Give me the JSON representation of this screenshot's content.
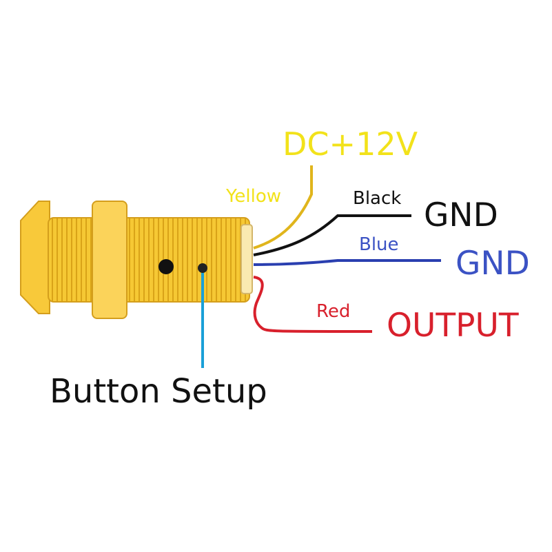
{
  "labels": {
    "power": "DC+12V",
    "yellow_wire": "Yellow",
    "black_wire": "Black",
    "gnd_black": "GND",
    "blue_wire": "Blue",
    "gnd_blue": "GND",
    "red_wire": "Red",
    "output": "OUTPUT",
    "button_setup": "Button Setup"
  },
  "colors": {
    "power": "#f2e21a",
    "yellow_wire": "#f2e21a",
    "black_wire": "#111111",
    "gnd_black": "#111111",
    "blue_wire": "#3b52c4",
    "gnd_blue": "#3b52c4",
    "red_wire": "#d8202c",
    "output": "#d8202c",
    "button_setup": "#111111",
    "button_leader": "#1aa0d8",
    "sensor_body": "#f8cb3a"
  }
}
